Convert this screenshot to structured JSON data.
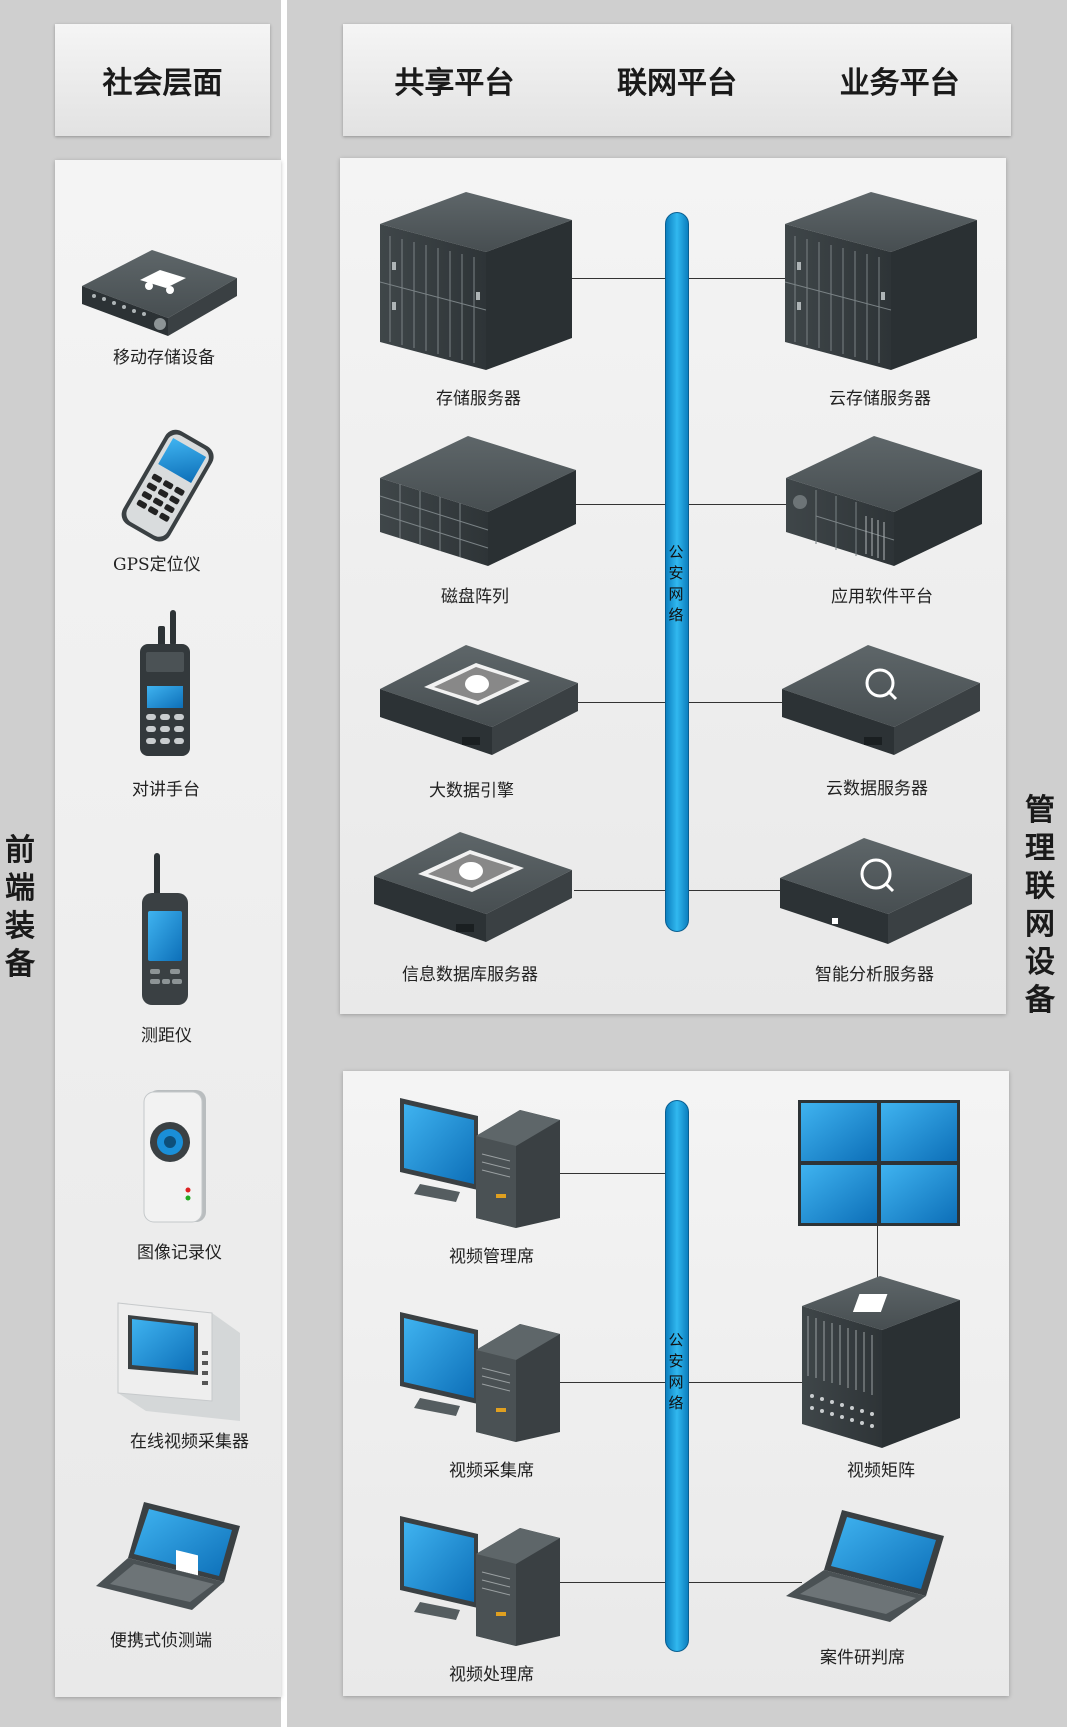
{
  "left_column": {
    "header": "社会层面",
    "side_label": [
      "前",
      "端",
      "装",
      "备"
    ],
    "devices": [
      {
        "label": "移动存储设备",
        "icon": "dvr-car-icon"
      },
      {
        "label": "GPS定位仪",
        "icon": "gps-handset-icon"
      },
      {
        "label": "对讲手台",
        "icon": "walkie-talkie-icon"
      },
      {
        "label": "测距仪",
        "icon": "rangefinder-icon"
      },
      {
        "label": "图像记录仪",
        "icon": "camera-recorder-icon"
      },
      {
        "label": "在线视频采集器",
        "icon": "video-capture-panel-icon"
      },
      {
        "label": "便携式侦测端",
        "icon": "laptop-icon"
      }
    ]
  },
  "right_column": {
    "headers": [
      "共享平台",
      "联网平台",
      "业务平台"
    ],
    "side_label": [
      "管",
      "理",
      "联",
      "网",
      "设",
      "备"
    ],
    "network_label": [
      "公",
      "安",
      "网",
      "络"
    ],
    "upper_left": [
      {
        "label": "存储服务器",
        "icon": "storage-server-icon"
      },
      {
        "label": "磁盘阵列",
        "icon": "disk-array-icon"
      },
      {
        "label": "大数据引擎",
        "icon": "big-data-engine-icon"
      },
      {
        "label": "信息数据库服务器",
        "icon": "database-server-icon"
      }
    ],
    "upper_right": [
      {
        "label": "云存储服务器",
        "icon": "cloud-storage-server-icon"
      },
      {
        "label": "应用软件平台",
        "icon": "app-platform-server-icon"
      },
      {
        "label": "云数据服务器",
        "icon": "cloud-data-server-icon"
      },
      {
        "label": "智能分析服务器",
        "icon": "smart-analysis-server-icon"
      }
    ],
    "lower_left": [
      {
        "label": "视频管理席",
        "icon": "workstation-icon"
      },
      {
        "label": "视频采集席",
        "icon": "workstation-icon"
      },
      {
        "label": "视频处理席",
        "icon": "workstation-icon"
      }
    ],
    "lower_right": [
      {
        "label": "",
        "icon": "video-wall-icon"
      },
      {
        "label": "视频矩阵",
        "icon": "video-matrix-icon"
      },
      {
        "label": "案件研判席",
        "icon": "laptop-icon"
      }
    ]
  },
  "colors": {
    "network_bar": "#1a9ad6",
    "panel": "#efefef",
    "column_bg": "#cfcfcf",
    "device_dark": "#3d4447",
    "screen_blue": "#1a8fd8"
  }
}
